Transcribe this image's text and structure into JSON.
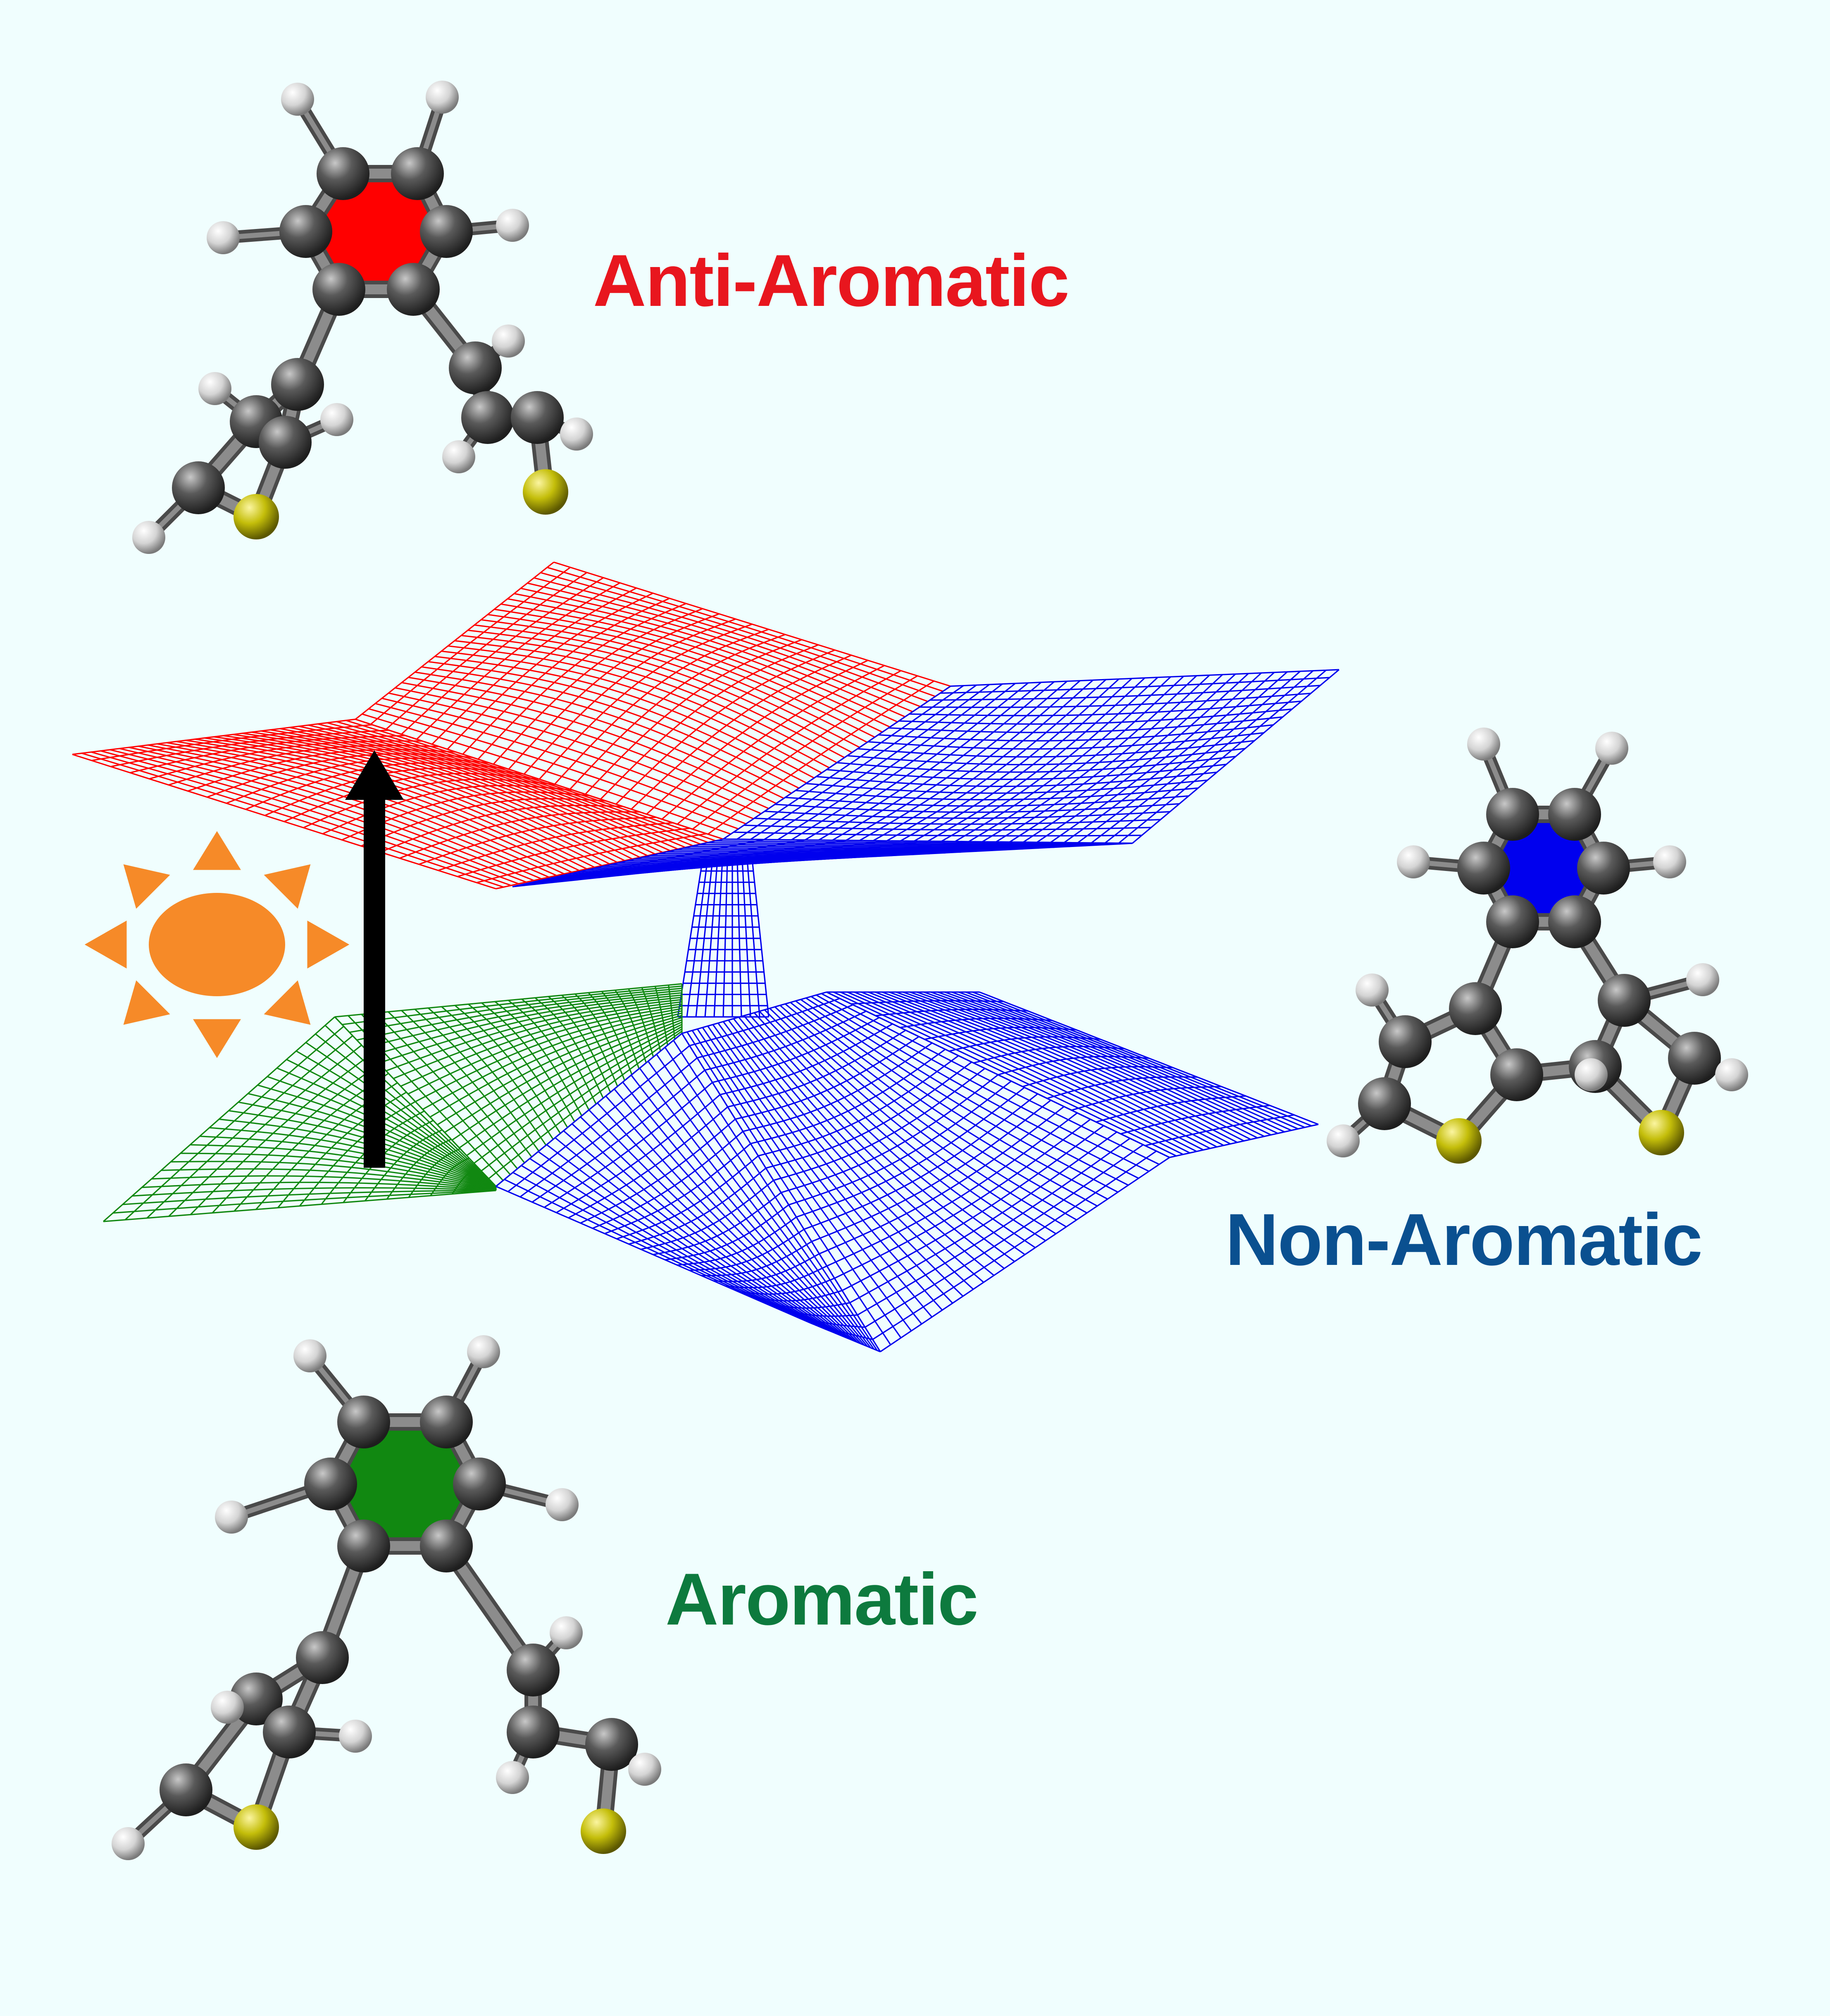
{
  "labels": {
    "anti_aromatic": "Anti-Aromatic",
    "non_aromatic": "Non-Aromatic",
    "aromatic": "Aromatic"
  },
  "colors": {
    "background": "#f0fefe",
    "anti_aromatic": "#e8161e",
    "non_aromatic": "#0a5090",
    "aromatic": "#0d7a3e",
    "surface_red": "#ff0000",
    "surface_blue": "#0000ee",
    "surface_green": "#118811",
    "sun": "#f68a28",
    "arrow": "#000000",
    "carbon": "#555555",
    "hydrogen": "#e6e6e6",
    "sulfur": "#c7c20a"
  },
  "icons": [
    "sun-icon",
    "excitation-arrow-icon",
    "molecule-icon"
  ]
}
